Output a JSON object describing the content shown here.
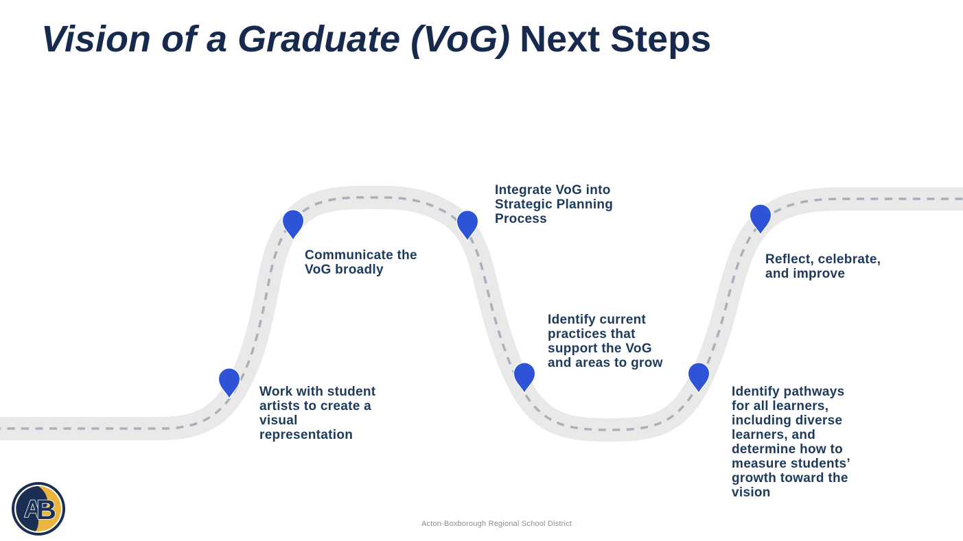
{
  "title": {
    "italic": "Vision of a Graduate (VoG)",
    "regular": "Next Steps"
  },
  "steps": [
    {
      "id": 1,
      "lines": [
        "Work with student",
        "artists to create a",
        "visual",
        "representation"
      ]
    },
    {
      "id": 2,
      "lines": [
        "Communicate the",
        "VoG broadly"
      ]
    },
    {
      "id": 3,
      "lines": [
        "Integrate VoG into",
        "Strategic Planning",
        "Process"
      ]
    },
    {
      "id": 4,
      "lines": [
        "Identify current",
        "practices that",
        "support the VoG",
        "and areas to grow"
      ]
    },
    {
      "id": 5,
      "lines": [
        "Identify pathways",
        "for all learners,",
        "including diverse",
        "learners, and",
        "determine how to",
        "measure students’",
        "growth toward the",
        "vision"
      ]
    },
    {
      "id": 6,
      "lines": [
        "Reflect, celebrate,",
        "and improve"
      ]
    }
  ],
  "logo": {
    "letter_a": "A",
    "letter_b": "B"
  },
  "footer": {
    "text": "Acton-Boxborough Regional School District"
  },
  "colors": {
    "title_navy": "#17294d",
    "body_navy": "#1d3a5c",
    "pin_blue": "#2f53d7",
    "road_gray": "#e9e9e9",
    "dash_gray": "#a8b0bc",
    "logo_navy": "#1b2f54",
    "logo_gold": "#e9b53e",
    "footer_gray": "#8e8e85"
  }
}
